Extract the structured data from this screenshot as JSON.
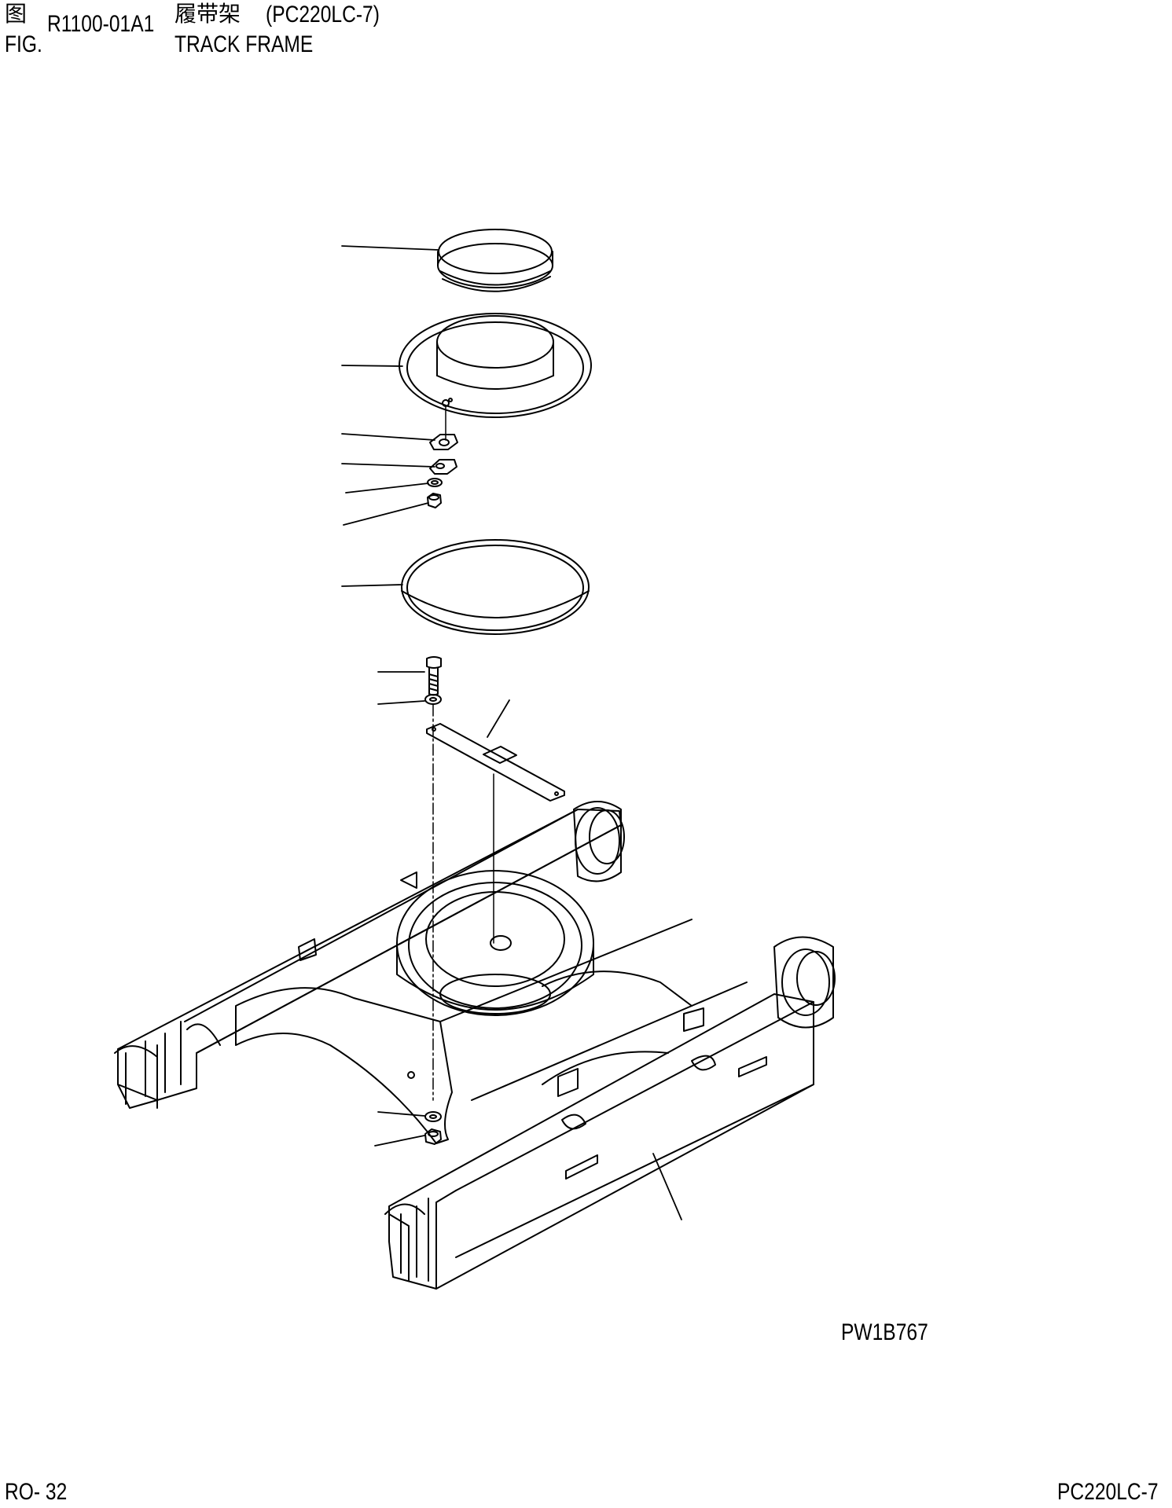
{
  "header": {
    "fig_label_cn": "图",
    "fig_label_en": "FIG.",
    "fig_number": "R1100-01A1",
    "title_cn": "履带架",
    "model": "(PC220LC-7)",
    "title_en": "TRACK FRAME"
  },
  "drawing": {
    "reference_code": "PW1B767"
  },
  "footer": {
    "page": "RO- 32",
    "model": "PC220LC-7"
  }
}
